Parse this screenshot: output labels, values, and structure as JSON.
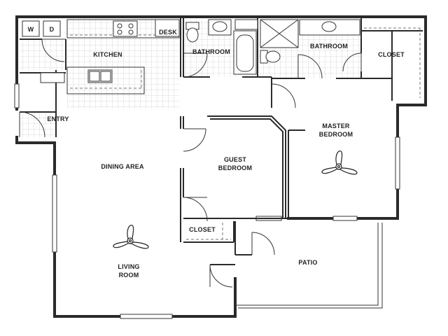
{
  "rooms": {
    "kitchen": "KITCHEN",
    "desk": "DESK",
    "bathroom_1": "BATHROOM",
    "bathroom_2": "BATHROOM",
    "closet_master": "CLOSET",
    "entry": "ENTRY",
    "dining": "DINING AREA",
    "guest_line1": "GUEST",
    "guest_line2": "BEDROOM",
    "master_line1": "MASTER",
    "master_line2": "BEDROOM",
    "closet_guest": "CLOSET",
    "living_line1": "LIVING",
    "living_line2": "ROOM",
    "patio": "PATIO"
  },
  "appliances": {
    "washer": "W",
    "dryer": "D"
  },
  "icons": [
    "ceiling-fan-icon",
    "door-swing-icon",
    "toilet-icon",
    "sink-icon",
    "bathtub-icon",
    "shower-icon",
    "stove-icon"
  ]
}
